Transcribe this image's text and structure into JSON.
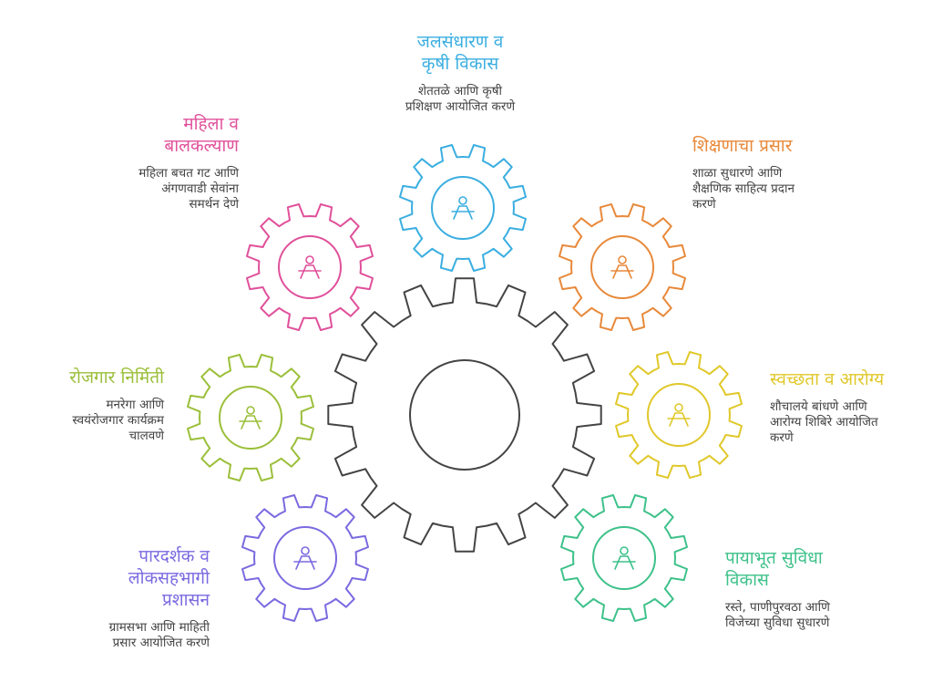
{
  "colors": {
    "center": "#444444",
    "water": "#3aaee0",
    "women": "#e0509a",
    "education": "#e8893a",
    "employment": "#9bbf3a",
    "health": "#e0c82a",
    "governance": "#7a6ae0",
    "infra": "#3ec18a"
  },
  "items": [
    {
      "key": "water",
      "title1": "जलसंधारण व",
      "title2": "कृषी विकास",
      "title3": "",
      "desc1": "शेततळे आणि कृषी",
      "desc2": "प्रशिक्षण आयोजित करणे",
      "desc3": "",
      "icon": "farmer-icon"
    },
    {
      "key": "women",
      "title1": "महिला व",
      "title2": "बालकल्याण",
      "title3": "",
      "desc1": "महिला बचत गट आणि",
      "desc2": "अंगणवाडी सेवांना",
      "desc3": "समर्थन देणे",
      "icon": "mother-child-icon"
    },
    {
      "key": "education",
      "title1": "शिक्षणाचा प्रसार",
      "title2": "",
      "title3": "",
      "desc1": "शाळा सुधारणे आणि",
      "desc2": "शैक्षणिक साहित्य प्रदान",
      "desc3": "करणे",
      "icon": "graduation-icon"
    },
    {
      "key": "employment",
      "title1": "रोजगार निर्मिती",
      "title2": "",
      "title3": "",
      "desc1": "मनरेगा आणि",
      "desc2": "स्वयंरोजगार कार्यक्रम",
      "desc3": "चालवणे",
      "icon": "worker-icon"
    },
    {
      "key": "health",
      "title1": "स्वच्छता व आरोग्य",
      "title2": "",
      "title3": "",
      "desc1": "शौचालये बांधणे आणि",
      "desc2": "आरोग्य शिबिरे आयोजित",
      "desc3": "करणे",
      "icon": "hand-care-icon"
    },
    {
      "key": "governance",
      "title1": "पारदर्शक व",
      "title2": "लोकसहभागी",
      "title3": "प्रशासन",
      "desc1": "ग्रामसभा आणि माहिती",
      "desc2": "प्रसार आयोजित करणे",
      "desc3": "",
      "icon": "community-icon"
    },
    {
      "key": "infra",
      "title1": "पायाभूत सुविधा",
      "title2": "विकास",
      "title3": "",
      "desc1": "रस्ते, पाणीपुरवठा आणि",
      "desc2": "विजेच्या सुविधा सुधारणे",
      "desc3": "",
      "icon": "construction-icon"
    }
  ]
}
